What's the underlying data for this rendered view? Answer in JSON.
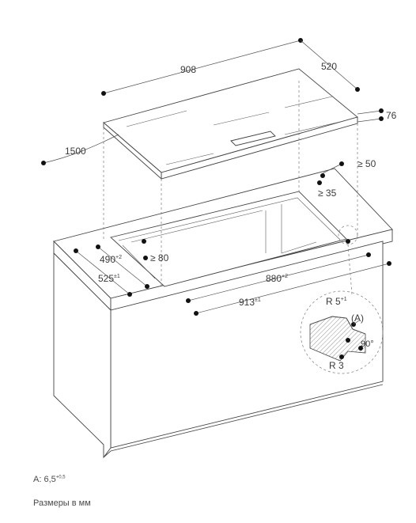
{
  "dimensions": {
    "hob_width": "908",
    "hob_depth": "520",
    "hob_height": "76",
    "cable": "1500",
    "gap_rear": "≥ 50",
    "gap_side": "≥ 35",
    "cutout_depth_main": "490",
    "cutout_depth_main_tol": "+2",
    "cutout_depth_outer": "525",
    "cutout_depth_outer_tol": "±1",
    "front_clearance": "≥ 80",
    "cutout_width_main": "880",
    "cutout_width_main_tol": "+2",
    "cutout_width_outer": "913",
    "cutout_width_outer_tol": "±1",
    "radius_outer": "R 5",
    "radius_outer_tol": "+1",
    "radius_inner": "R 3",
    "detail_marker": "(A)",
    "angle": "90°"
  },
  "notes": {
    "a_label": "A:",
    "a_value": "6,5",
    "a_tol": "+0,5",
    "units": "Размеры в мм"
  }
}
